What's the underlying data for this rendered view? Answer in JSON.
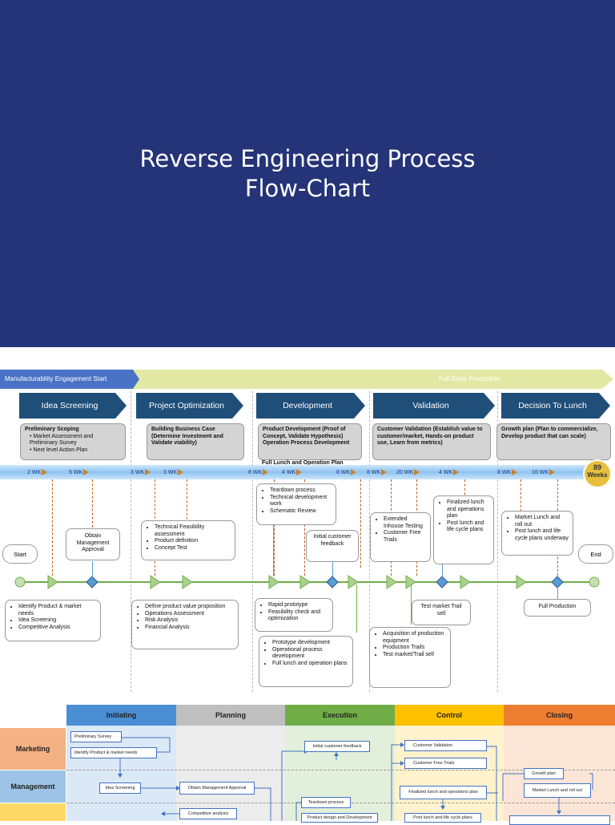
{
  "slide": {
    "title_line1": "Reverse Engineering Process",
    "title_line2": "Flow-Chart"
  },
  "roadmap": {
    "top_banner_left": "Manufacturability Engagement Start",
    "top_banner_right": "Full Scale Production",
    "phases": [
      "Idea Screening",
      "Project Optimization",
      "Development",
      "Validation",
      "Decision To Lunch"
    ],
    "scope_boxes": {
      "idea": {
        "title": "Preliminary Scoping",
        "bullets": [
          "Market Assessment and Preliminary Survey",
          "Next level Action Plan"
        ]
      },
      "project": {
        "title": "Building Business Case (Determine Investment and Validate viability)"
      },
      "development": {
        "title": "Product Development (Proof of Concept, Validate Hypothesis) Operation Process Development",
        "extra": "Full Lunch and Operation Plan"
      },
      "validation": {
        "title": "Customer Validation (Establish value to customer/market, Hands-on product use, Learn from metrics)"
      },
      "decision": {
        "title": "Growth plan (Plan to commercialize, Develop product that can scale)"
      }
    },
    "weeks": [
      "2 WK",
      "5 WK",
      "3 WK",
      "3 WK",
      "8 WK",
      "4 WK",
      "8 WK",
      "8 WK",
      "20 WK",
      "4 WK",
      "8 WK",
      "16 WK"
    ],
    "total_weeks": "89",
    "total_weeks_label": "Weeks",
    "start_label": "Start",
    "end_label": "End",
    "boxes": {
      "obtain_mgmt": "Obtain Management Approval",
      "tech_feas": [
        "Technical Feasibility assessment",
        "Product definition",
        "Concept Test"
      ],
      "teardown": [
        "Teardown process",
        "Technical development work",
        "Schematic Review"
      ],
      "initial_feedback": "Initial customer feedback",
      "extended": [
        "Extended Inhouse Testing",
        "Customer Free Trials"
      ],
      "finalized": [
        "Finalized lunch and operations plan",
        "Post lunch and life cycle plans"
      ],
      "market_lunch": [
        "Market Lunch and roll out",
        "Post lunch and life cycle plans underway"
      ],
      "identify": [
        "Identify Product & market needs",
        "Idea Screening",
        "Competitive Analysis"
      ],
      "define": [
        "Define product value proposition",
        "Operations Assessment",
        "Risk Analysis",
        "Financial Analysis"
      ],
      "rapid": [
        "Rapid prototype",
        "Feasibility check and optimization"
      ],
      "prototype": [
        "Prototype development",
        "Operational process development",
        "Full lunch and operation plans"
      ],
      "test_market": "Test market Trail sell",
      "acquisition": [
        "Acquisition of production equipment",
        "Production Trails",
        "Test market/Trail sell"
      ],
      "full_production": "Full Production"
    }
  },
  "swimlane": {
    "columns": [
      "Initiating",
      "Planning",
      "Execution",
      "Control",
      "Closing"
    ],
    "column_colors": [
      "#4a8fd4",
      "#bfbfbf",
      "#70ad47",
      "#ffc000",
      "#ed7d31"
    ],
    "lanes": [
      "Marketing",
      "Management"
    ],
    "boxes": {
      "preliminary_survey": "Preliminary Survey",
      "identify_product": "Identify Product & market needs",
      "idea_screening": "Idea Screening",
      "obtain_approval": "Obtain Management Approval",
      "competitive_analysis": "Competitive analysis",
      "initial_feedback": "Initial customer feedback",
      "teardown": "Teardown process",
      "product_design": "Product design and Development",
      "customer_validation": "Customer Validation",
      "customer_free_trials": "Customer Free Trials",
      "finalized_plan": "Finalized lunch and operations plan",
      "post_lunch": "Post lunch and life cycle plans",
      "growth_plan": "Growth plan",
      "market_lunch": "Market Lunch and roll out"
    }
  }
}
